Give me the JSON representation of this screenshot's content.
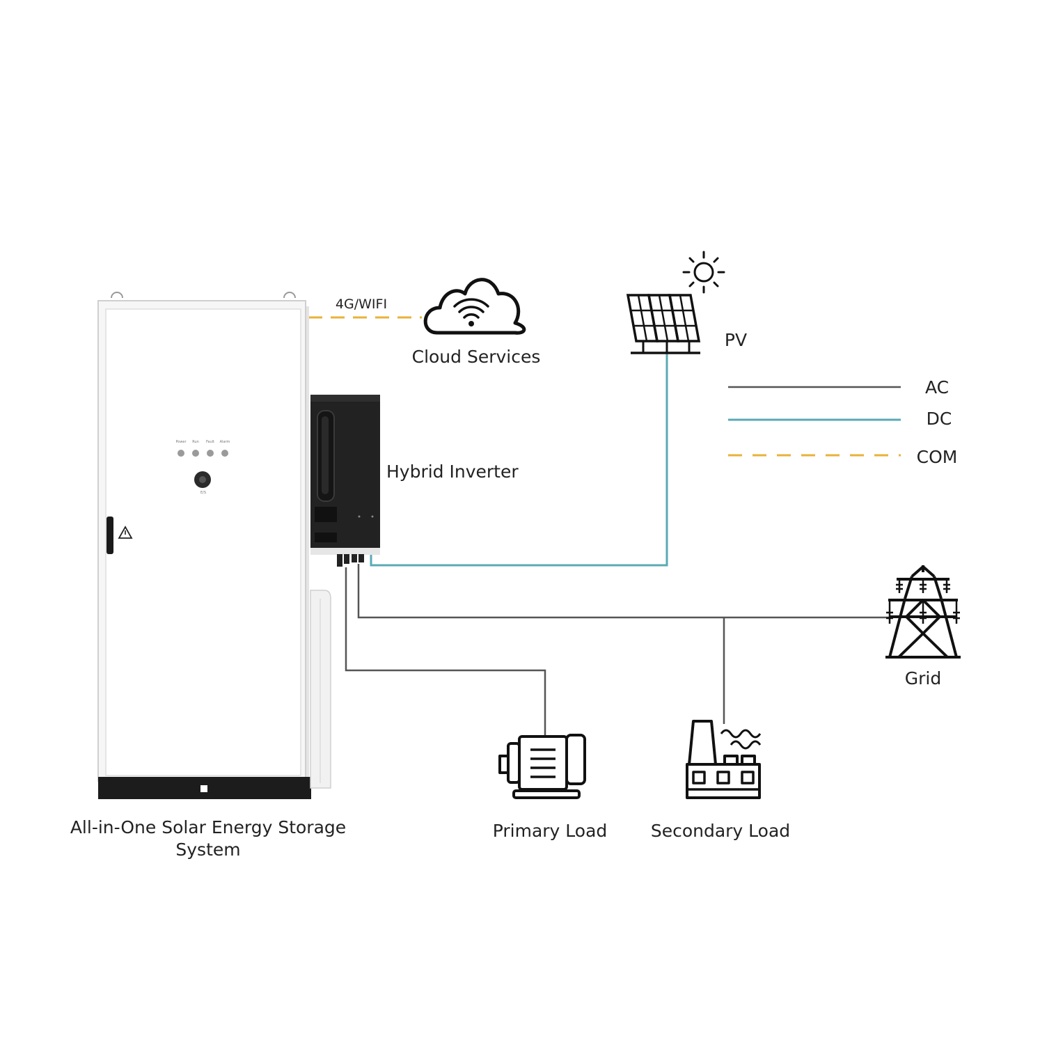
{
  "diagram": {
    "labels": {
      "storage_system_line1": "All-in-One Solar Energy Storage",
      "storage_system_line2": "System",
      "hybrid_inverter": "Hybrid Inverter",
      "cloud_services": "Cloud Services",
      "link_4g_wifi": "4G/WIFI",
      "pv": "PV",
      "primary_load": "Primary Load",
      "secondary_load": "Secondary Load",
      "grid": "Grid"
    },
    "legend": [
      {
        "label": "AC",
        "color": "#555555",
        "style": "solid"
      },
      {
        "label": "DC",
        "color": "#5aaab5",
        "style": "solid"
      },
      {
        "label": "COM",
        "color": "#e8b23a",
        "style": "dashed"
      }
    ],
    "cabinet_panel": {
      "indicators": [
        "Power",
        "Run",
        "Fault",
        "Alarm"
      ],
      "emergency_stop": "E/S"
    },
    "colors": {
      "ac": "#555555",
      "dc": "#5aaab5",
      "com": "#e8b23a",
      "icon": "#1a1a1a"
    },
    "icons": [
      "cloud-wifi-icon",
      "solar-panel-icon",
      "sun-icon",
      "motor-icon",
      "factory-icon",
      "transmission-tower-icon",
      "warning-icon"
    ]
  }
}
